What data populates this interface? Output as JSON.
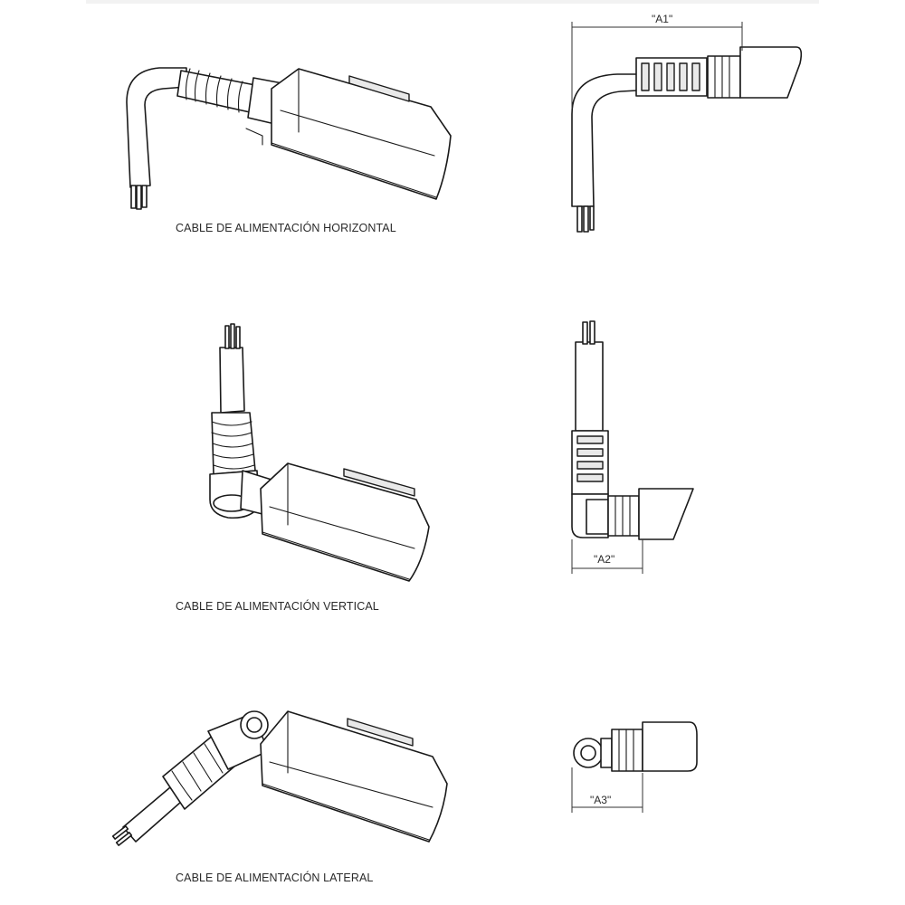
{
  "captions": {
    "horizontal": "CABLE DE ALIMENTACIÓN HORIZONTAL",
    "vertical": "CABLE DE ALIMENTACIÓN VERTICAL",
    "lateral": "CABLE DE ALIMENTACIÓN LATERAL"
  },
  "dimensions": {
    "a1": "\"A1\"",
    "a2": "\"A2\"",
    "a3": "\"A3\""
  }
}
